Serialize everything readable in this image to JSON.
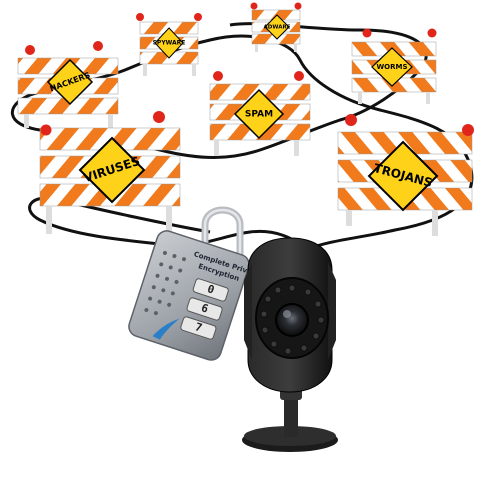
{
  "signs": {
    "hackers": "HACKERS",
    "spyware": "SPYWARE",
    "adware": "ADWARE",
    "worms": "WORMS",
    "spam": "SPAM",
    "viruses": "VIRUSES",
    "trojans": "TROJANS"
  },
  "padlock": {
    "line1": "Complete Privacy",
    "line2": "Encryption",
    "dial1": "0",
    "dial2": "6",
    "dial3": "7"
  },
  "colors": {
    "barrier_orange": "#f07a1c",
    "barrier_white": "#ffffff",
    "sign_yellow": "#ffd21a",
    "warning_light_red": "#e0261b",
    "cable_black": "#111111",
    "lock_gray": "#9da2a8",
    "camera_black": "#1a1a1a"
  },
  "icons": {
    "barrier": "road-barricade-icon",
    "lock": "combination-padlock-icon",
    "camera": "security-camera-icon"
  }
}
